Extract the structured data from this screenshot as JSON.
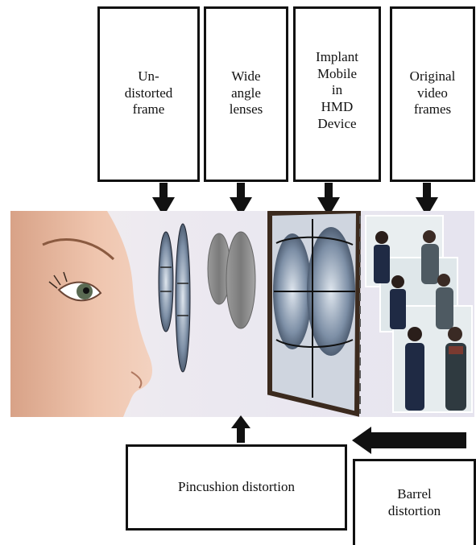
{
  "labels": {
    "undistorted": "Un-\ndistorted\nframe",
    "wide_angle": "Wide\nangle\nlenses",
    "implant": "Implant\nMobile\nin\nHMD\nDevice",
    "original": "Original\nvideo\nframes",
    "pincushion": "Pincushion distortion",
    "barrel": "Barrel\ndistortion"
  },
  "colors": {
    "arrow": "#111111",
    "frame_border": "#3b2a1e",
    "lens": "#8a8a8a",
    "background_scene": "#e8e6ef",
    "skin": "#e7b9a1"
  }
}
